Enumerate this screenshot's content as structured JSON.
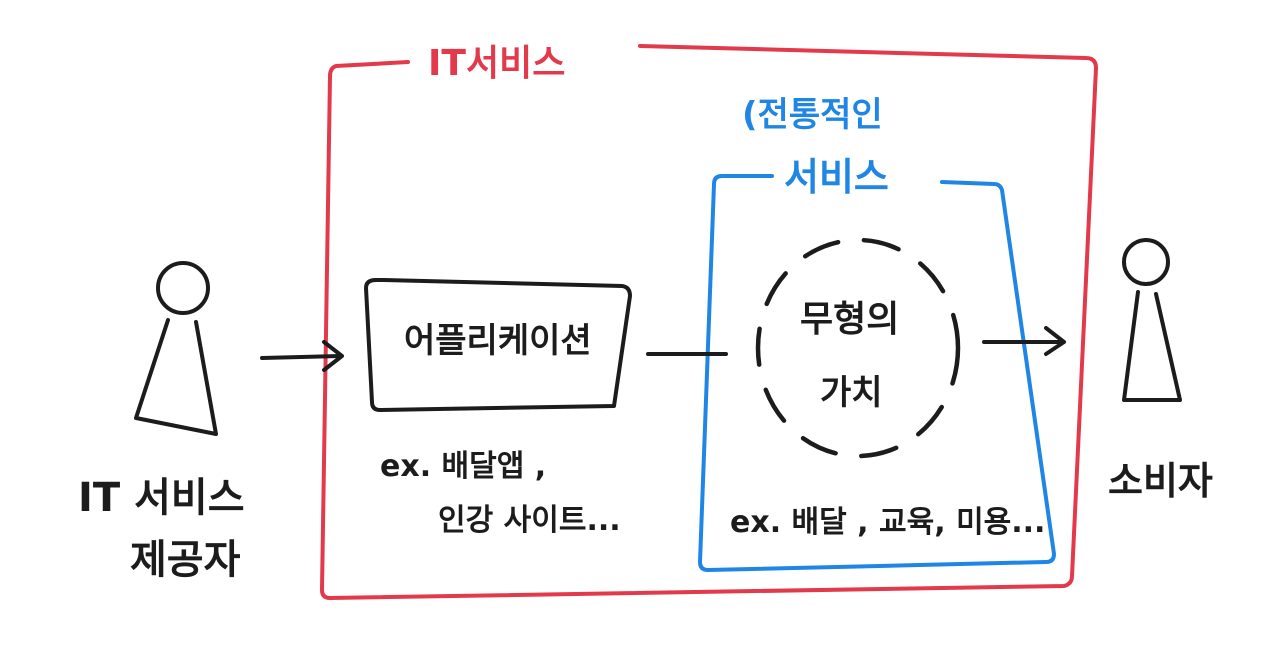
{
  "colors": {
    "it_service": "#e2394b",
    "traditional_service": "#1f86e6",
    "ink": "#1c1c1c"
  },
  "it_service_box": {
    "title": "IT서비스"
  },
  "traditional_service_box": {
    "title_top": "(전통적인",
    "title_bottom": "서비스",
    "examples": "ex. 배달 , 교육, 미용..."
  },
  "value_circle": {
    "line1": "무형의",
    "line2": "가치"
  },
  "application_box": {
    "label": "어플리케이션",
    "examples_line1": "ex. 배달앱 ,",
    "examples_line2": "인강 사이트..."
  },
  "provider": {
    "line1": "IT 서비스",
    "line2": "제공자"
  },
  "consumer": {
    "label": "소비자"
  }
}
